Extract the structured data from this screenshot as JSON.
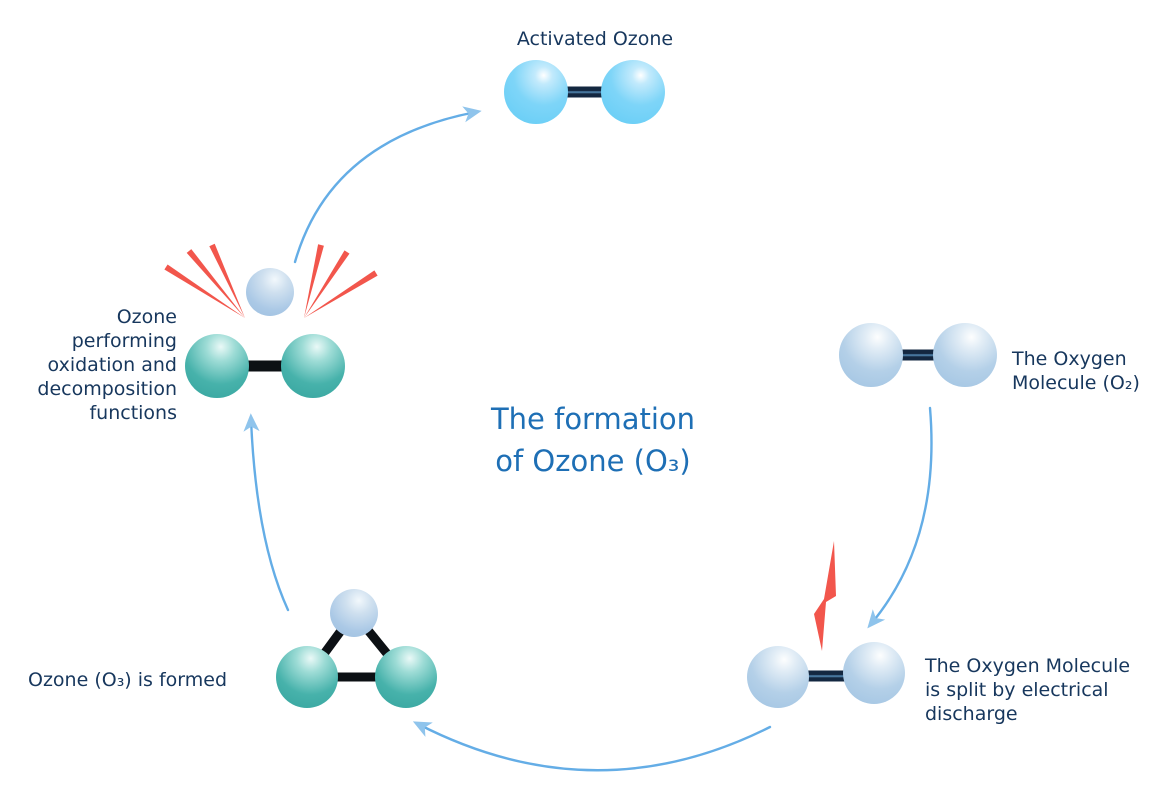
{
  "diagram": {
    "title": {
      "line1": "The formation",
      "line2": "of Ozone (O₃)"
    },
    "nodes": {
      "activated_ozone": {
        "id": "activated-ozone",
        "label": "Activated Ozone"
      },
      "oxygen_molecule": {
        "id": "oxygen-molecule",
        "label_line1": "The Oxygen",
        "label_line2": "Molecule (O₂)"
      },
      "oxygen_split": {
        "id": "oxygen-split",
        "label_line1": "The Oxygen Molecule",
        "label_line2": "is split by electrical",
        "label_line3": "discharge"
      },
      "ozone_formed": {
        "id": "ozone-formed",
        "label": "Ozone (O₃) is formed"
      },
      "ozone_functions": {
        "id": "ozone-functions",
        "label_line1": "Ozone",
        "label_line2": "performing",
        "label_line3": "oxidation and",
        "label_line4": "decomposition",
        "label_line5": "functions"
      }
    },
    "arrows": [
      {
        "from": "oxygen-molecule",
        "to": "oxygen-split"
      },
      {
        "from": "oxygen-split",
        "to": "ozone-formed"
      },
      {
        "from": "ozone-formed",
        "to": "ozone-functions"
      },
      {
        "from": "ozone-functions",
        "to": "activated-ozone"
      }
    ],
    "colors": {
      "label_text": "#17375D",
      "title_text": "#1E6FB5",
      "sky_blue_atom": "#74D2F8",
      "pale_blue_atom": "#A9C9E6",
      "teal_atom": "#3FAFA8",
      "arrow_line": "#64ADE6",
      "arrow_head": "#8FC4EC",
      "lightning_red": "#F2564C",
      "bond_navy": "#132740",
      "bond_black": "#0C1014"
    }
  }
}
